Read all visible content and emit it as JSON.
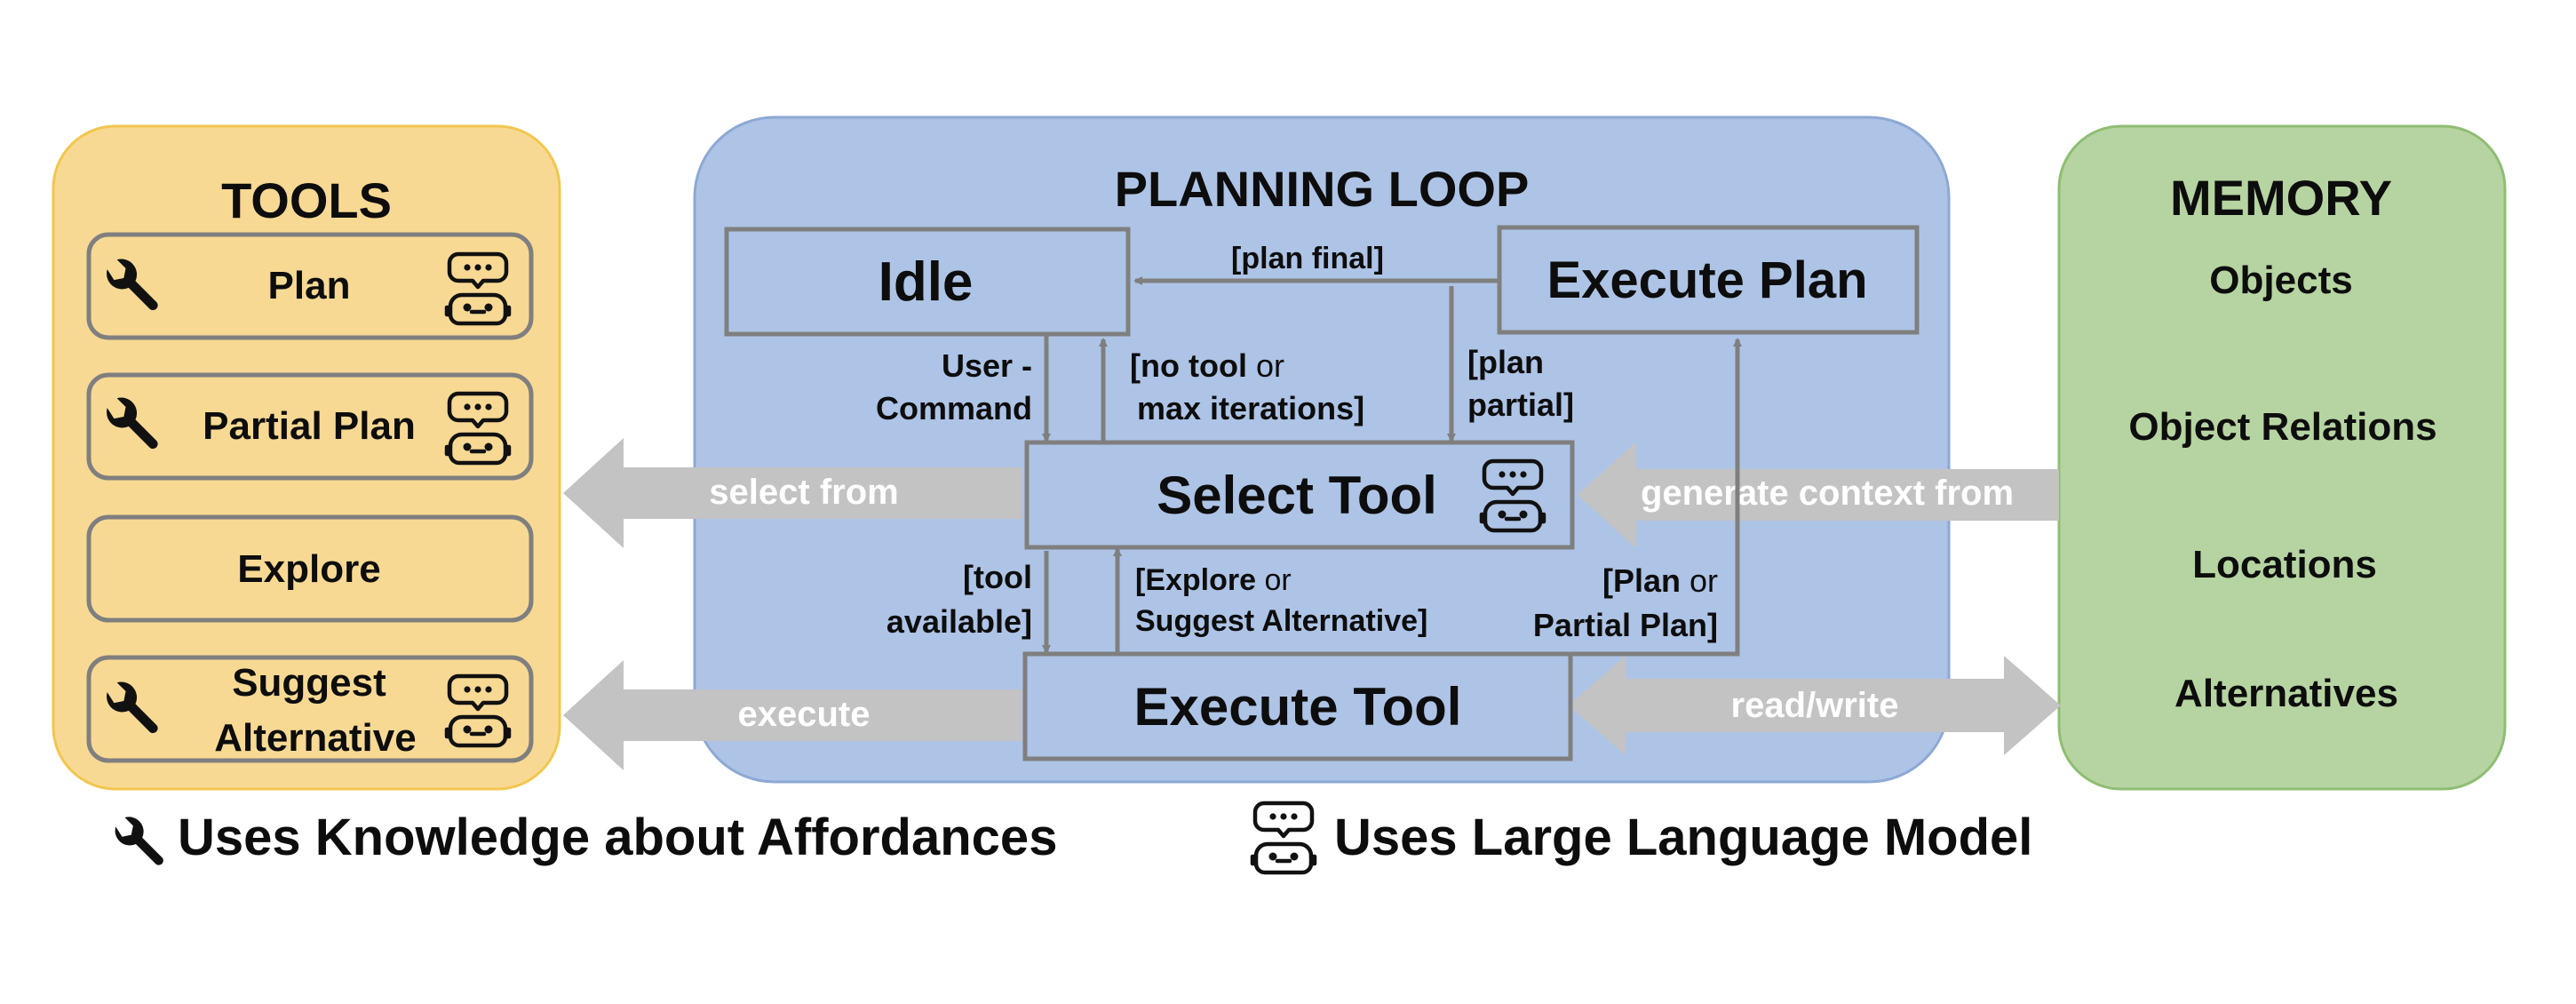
{
  "tools": {
    "title": "TOOLS",
    "items": [
      {
        "label": "Plan"
      },
      {
        "label": "Partial Plan"
      },
      {
        "label": "Explore"
      },
      {
        "label_line1": "Suggest",
        "label_line2": "Alternative"
      }
    ]
  },
  "planning_loop": {
    "title": "PLANNING LOOP",
    "states": {
      "idle": "Idle",
      "execute_plan": "Execute Plan",
      "select_tool": "Select Tool",
      "execute_tool": "Execute Tool"
    },
    "transitions": {
      "plan_final": "[plan final]",
      "user_command_1": "User -",
      "user_command_2": "Command",
      "no_tool_1a": "[no tool",
      "no_tool_1b": "or",
      "no_tool_2": "max iterations]",
      "plan_partial_1": "[plan",
      "plan_partial_2": "partial]",
      "tool_available_1": "[tool",
      "tool_available_2": "available]",
      "explore_1a": "[Explore",
      "explore_1b": "or",
      "explore_2": "Suggest Alternative]",
      "plan_or_1a": "[Plan",
      "plan_or_1b": "or",
      "plan_or_2": "Partial Plan]"
    }
  },
  "memory": {
    "title": "MEMORY",
    "items": [
      "Objects",
      "Object Relations",
      "Locations",
      "Alternatives"
    ]
  },
  "flows": {
    "select_from": "select from",
    "execute": "execute",
    "generate_context_from": "generate context from",
    "read_write": "read/write"
  },
  "legend": {
    "affordances": "Uses Knowledge about Affordances",
    "llm": "Uses Large Language Model"
  },
  "colors": {
    "tools_bg": "#f8d994",
    "tools_border": "#f2c64f",
    "loop_bg": "#aec4e6",
    "loop_border": "#8ea8d4",
    "memory_bg": "#b6d4a1",
    "memory_border": "#8fbd73",
    "box_border": "#7f7f7f",
    "flow_arrow": "#c3c3c3"
  }
}
